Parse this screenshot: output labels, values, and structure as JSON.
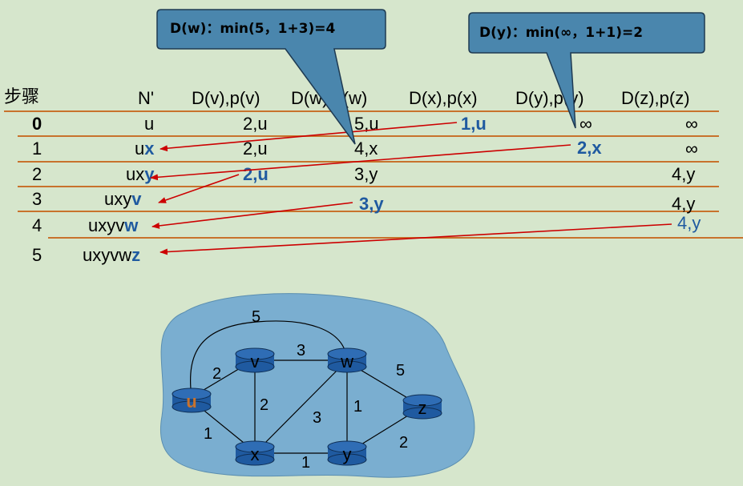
{
  "callouts": [
    {
      "text": "D(w)：min(5，1+3)=4"
    },
    {
      "text": "D(y)：min(∞，1+1)=2"
    }
  ],
  "table": {
    "step_header": "步骤",
    "columns": [
      "N'",
      "D(v),p(v)",
      "D(w),p(w)",
      "D(x),p(x)",
      "D(y),p(y)",
      "D(z),p(z)"
    ],
    "rows": [
      {
        "step": "0",
        "n_base": "u",
        "n_new": "",
        "v": "2,u",
        "w": "5,u",
        "x": "1,u",
        "y": "∞",
        "z": "∞"
      },
      {
        "step": "1",
        "n_base": "u",
        "n_new": "x",
        "v": "2,u",
        "w": "4,x",
        "x": "",
        "y": "2,x",
        "z": "∞"
      },
      {
        "step": "2",
        "n_base": "ux",
        "n_new": "y",
        "v": "2,u",
        "w": "3,y",
        "x": "",
        "y": "",
        "z": "4,y"
      },
      {
        "step": "3",
        "n_base": "uxy",
        "n_new": "v",
        "v": "",
        "w": "3,y",
        "x": "",
        "y": "",
        "z": "4,y"
      },
      {
        "step": "4",
        "n_base": "uxyv",
        "n_new": "w",
        "v": "",
        "w": "",
        "x": "",
        "y": "",
        "z": "4,y"
      },
      {
        "step": "5",
        "n_base": "uxyvw",
        "n_new": "z",
        "v": "",
        "w": "",
        "x": "",
        "y": "",
        "z": ""
      }
    ]
  },
  "graph": {
    "nodes": [
      "u",
      "v",
      "w",
      "x",
      "y",
      "z"
    ],
    "edges": [
      {
        "from": "u",
        "to": "v",
        "cost": "2"
      },
      {
        "from": "u",
        "to": "x",
        "cost": "1"
      },
      {
        "from": "u",
        "to": "w",
        "cost": "5"
      },
      {
        "from": "v",
        "to": "w",
        "cost": "3"
      },
      {
        "from": "v",
        "to": "x",
        "cost": "2"
      },
      {
        "from": "x",
        "to": "w",
        "cost": "3"
      },
      {
        "from": "x",
        "to": "y",
        "cost": "1"
      },
      {
        "from": "w",
        "to": "y",
        "cost": "1"
      },
      {
        "from": "w",
        "to": "z",
        "cost": "5"
      },
      {
        "from": "y",
        "to": "z",
        "cost": "2"
      }
    ]
  },
  "colors": {
    "background": "#d6e6cc",
    "callout_fill": "#4a86ad",
    "callout_border": "#1e3a52",
    "row_line": "#c8722c",
    "highlight_text": "#1f5aa0",
    "arrow": "#cc0000",
    "network_blob": "#7aaed0",
    "router_fill": "#1f5aa0",
    "source_node_label": "#c8722c"
  }
}
